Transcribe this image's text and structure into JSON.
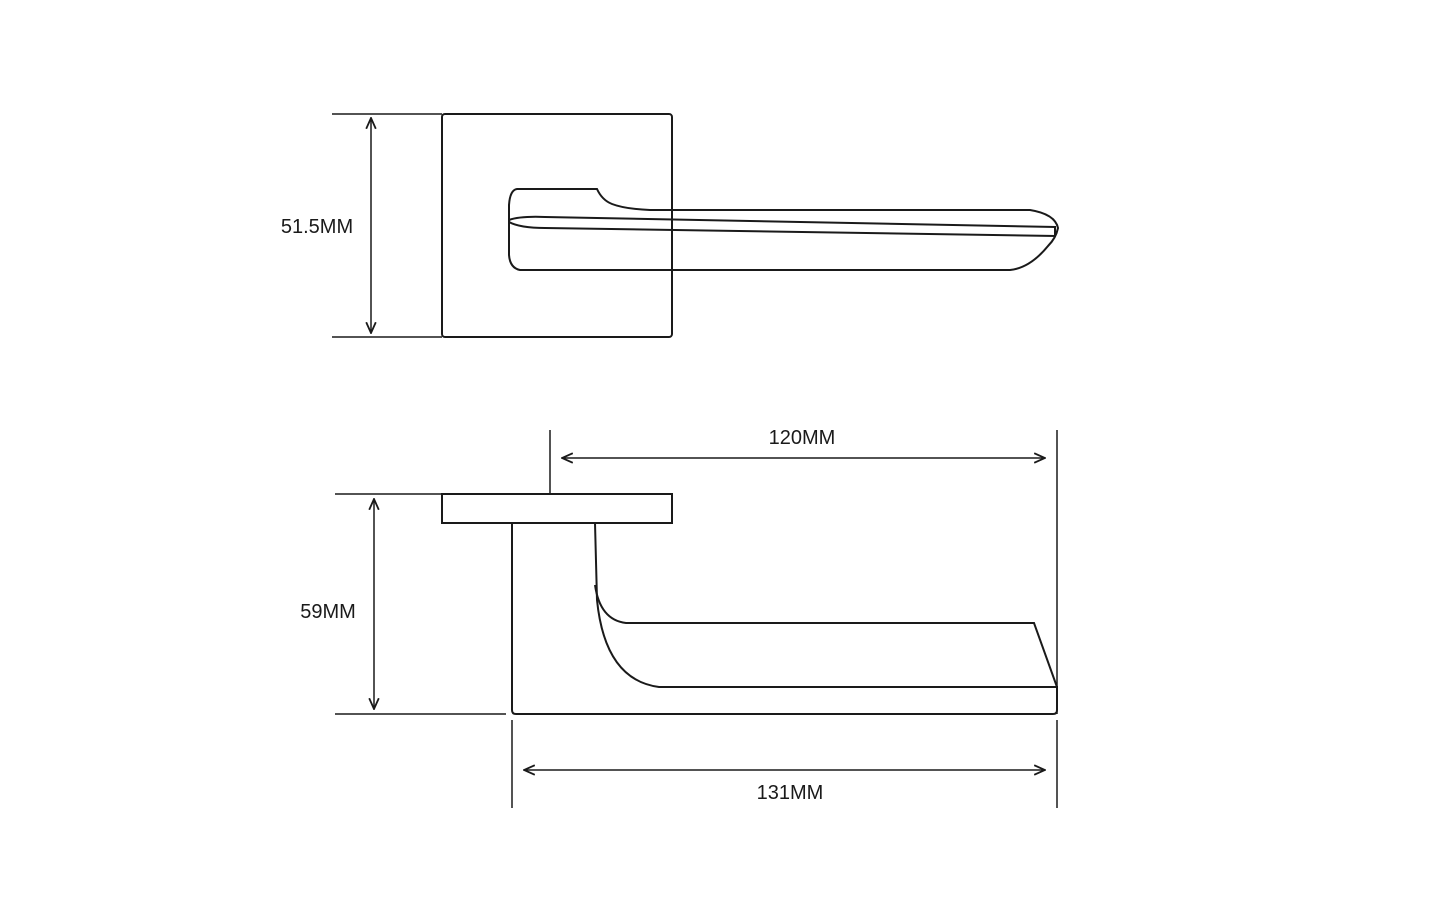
{
  "drawing": {
    "title": "Door lever handle dimension drawing",
    "line_color": "#1a1a1a",
    "top_view": {
      "rose_height_label": "51.5MM"
    },
    "side_view": {
      "projection_label": "120MM",
      "height_label": "59MM",
      "total_length_label": "131MM"
    }
  }
}
